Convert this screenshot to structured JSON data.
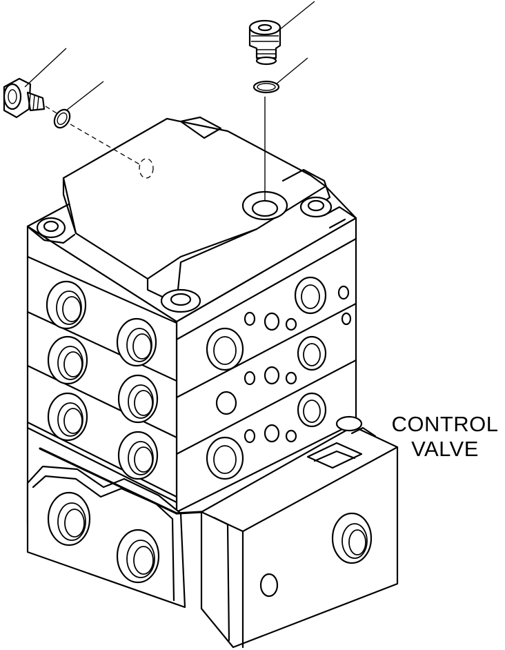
{
  "diagram": {
    "label_lines": [
      "CONTROL",
      "VALVE"
    ],
    "colors": {
      "ink": "#000000",
      "paper": "#ffffff"
    },
    "parts": [
      "plug-left",
      "o-ring-left",
      "plug-top",
      "o-ring-top",
      "control-valve-body"
    ]
  }
}
